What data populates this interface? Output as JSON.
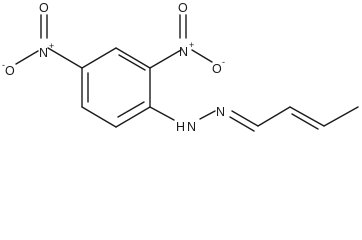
{
  "molecule": {
    "labels": {
      "nitro_left_n": "N",
      "nitro_left_n_charge": "+",
      "nitro_left_o_top": "O",
      "nitro_left_o_bottom": "O",
      "nitro_left_o_bottom_charge": "-",
      "nitro_right_n": "N",
      "nitro_right_n_charge": "+",
      "nitro_right_o_top": "O",
      "nitro_right_o_bottom": "O",
      "nitro_right_o_bottom_charge": "-",
      "hydrazone_nh": "N",
      "hydrazone_h": "H",
      "hydrazone_n": "N"
    }
  }
}
